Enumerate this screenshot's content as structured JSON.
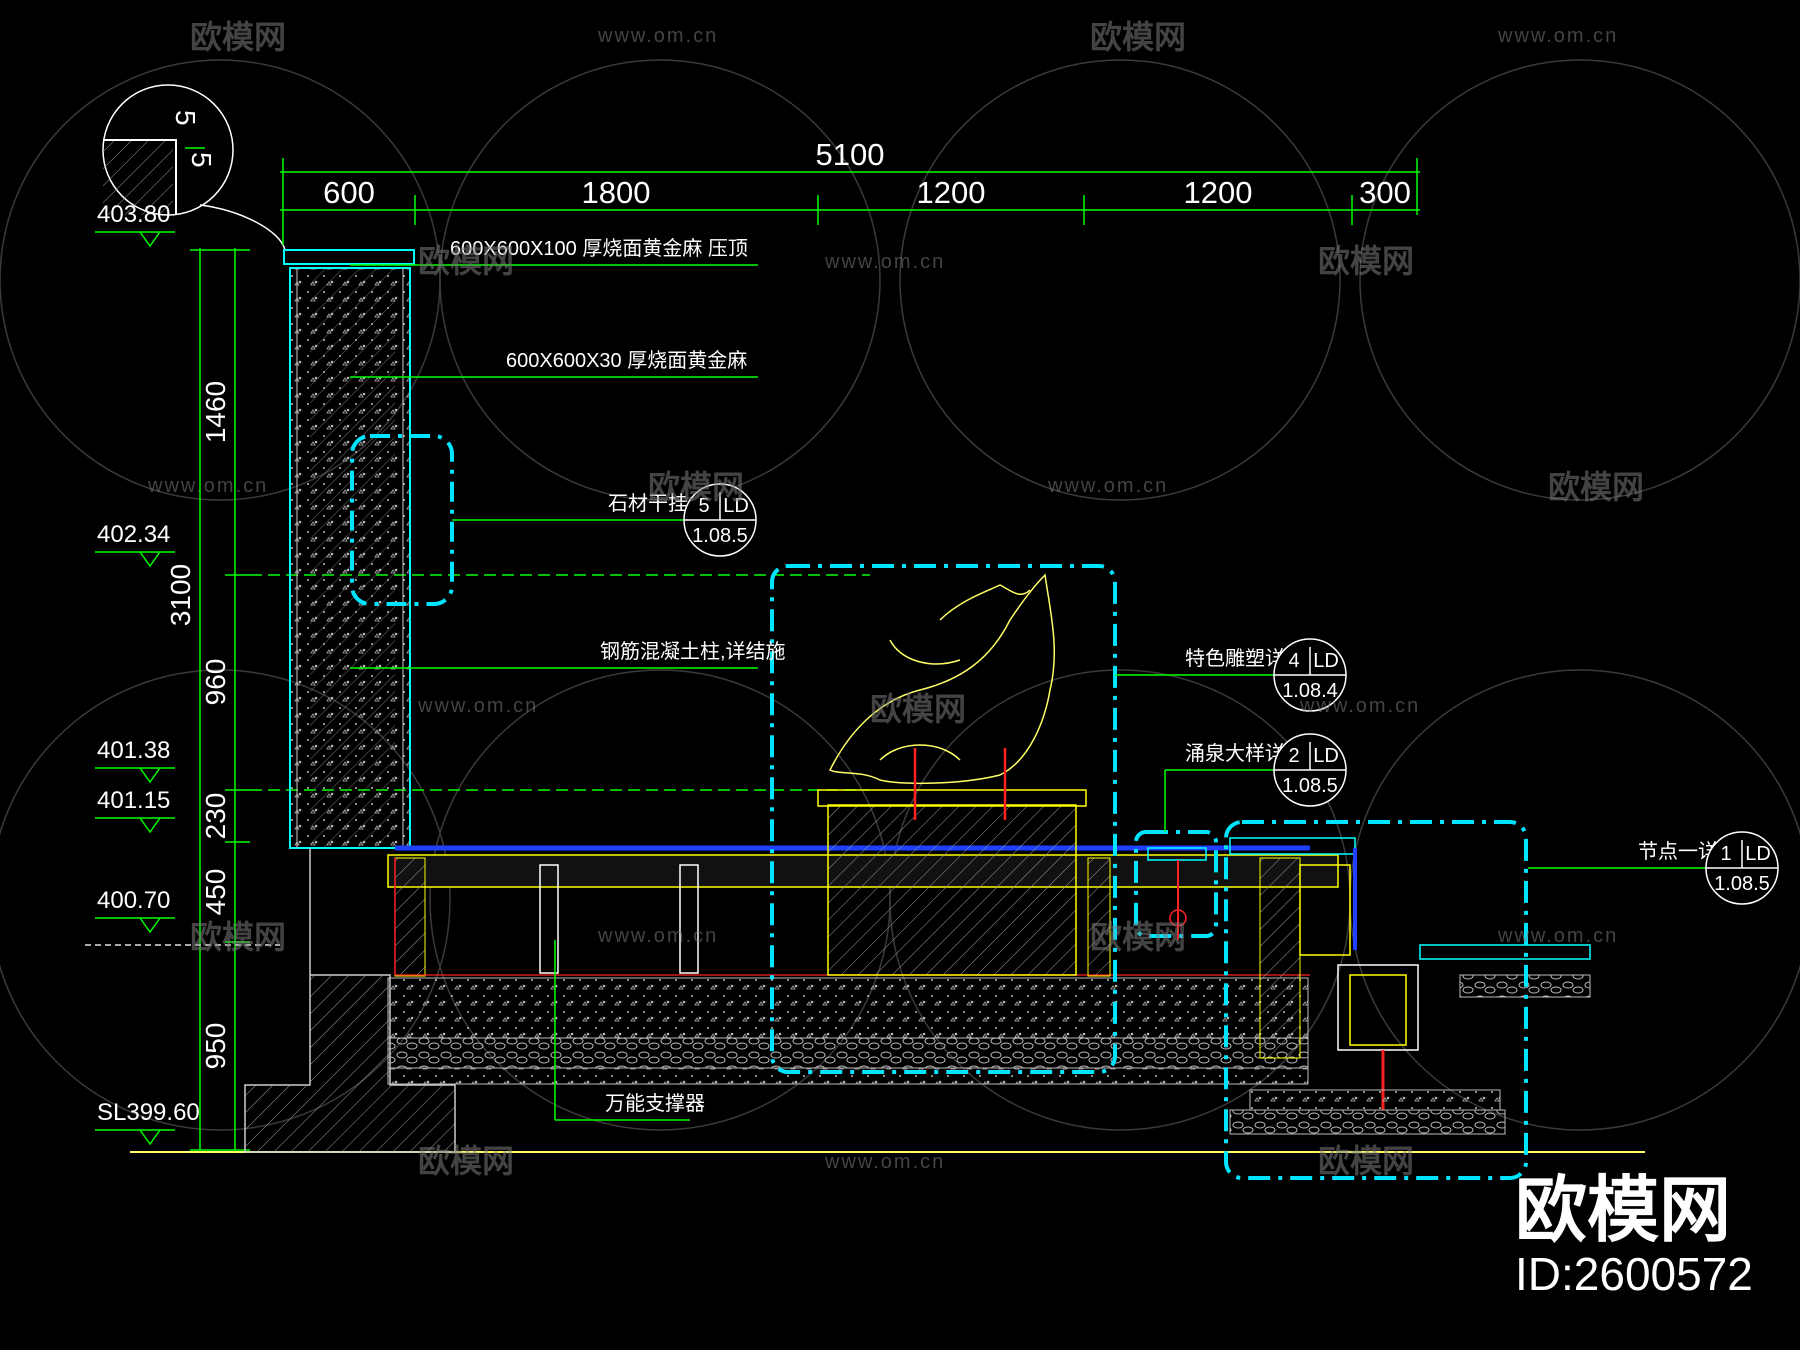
{
  "dimensions": {
    "overall": "5100",
    "segments": [
      "600",
      "1800",
      "1200",
      "1200",
      "300"
    ],
    "vertical_total": "3100",
    "vertical": [
      "1460",
      "960",
      "230",
      "450",
      "950"
    ],
    "detail_circle": [
      "5",
      "5"
    ]
  },
  "elevations": [
    "403.80",
    "402.34",
    "401.38",
    "401.15",
    "400.70",
    "SL399.60"
  ],
  "notes": {
    "cap": "600X600X100 厚烧面黄金麻 压顶",
    "cladding": "600X600X30 厚烧面黄金麻",
    "stone_column": "石材干挂",
    "rc_column": "钢筋混凝土柱,详结施",
    "sculpture": "特色雕塑详",
    "fountain": "涌泉大样详",
    "node": "节点一详",
    "pedestal": "万能支撑器"
  },
  "callouts": [
    {
      "num": "5",
      "code": "LD",
      "sheet": "1.08.5"
    },
    {
      "num": "4",
      "code": "LD",
      "sheet": "1.08.4"
    },
    {
      "num": "2",
      "code": "LD",
      "sheet": "1.08.5"
    },
    {
      "num": "1",
      "code": "LD",
      "sheet": "1.08.5"
    }
  ],
  "watermark": {
    "brand": "欧模网",
    "url": "www.om.cn",
    "id": "ID:2600572"
  },
  "colors": {
    "background": "#000000",
    "dimension": "#00ff00",
    "highlight": "#00e5ff",
    "outline": "#ffff00",
    "rebar": "#ff2020",
    "water": "#2040ff",
    "text": "#ffffff"
  }
}
